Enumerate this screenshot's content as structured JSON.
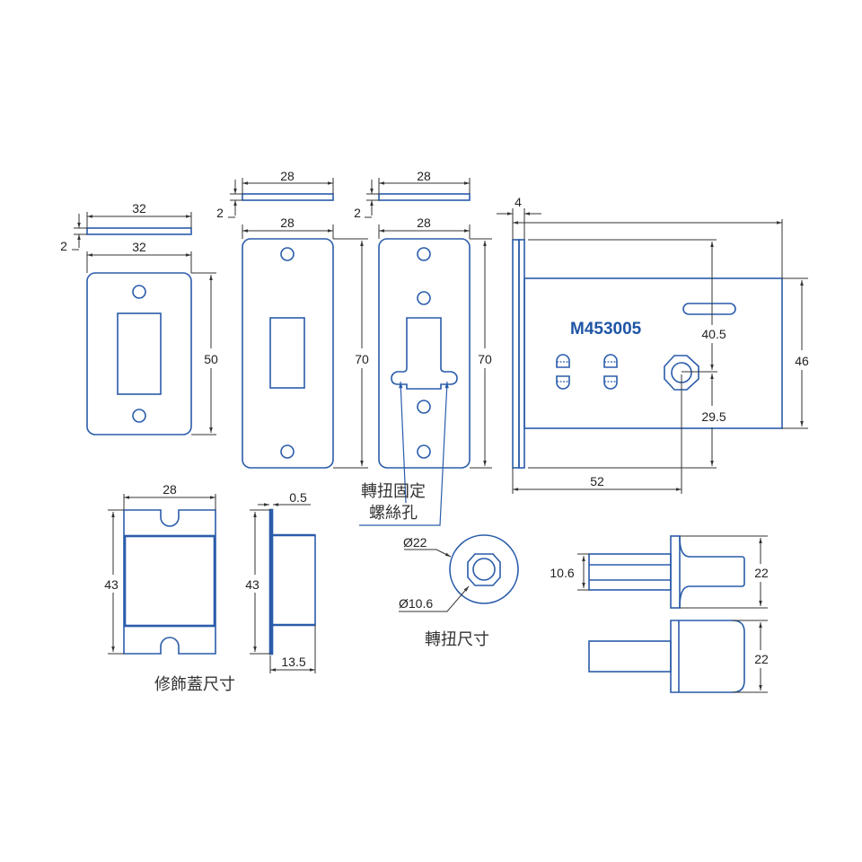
{
  "title": "M453005 dimension drawing",
  "colors": {
    "part": "#2a5caa",
    "dimension": "#333333",
    "model_text": "#1f55a6"
  },
  "plate_small": {
    "top_width": "32",
    "thickness": "2",
    "width": "32",
    "height": "50"
  },
  "plate_mid": {
    "top_width": "28",
    "thickness": "2",
    "width": "28",
    "height": "70"
  },
  "plate_right": {
    "top_width": "28",
    "thickness": "2",
    "width": "28",
    "height": "70"
  },
  "screw_note": {
    "line1": "轉扭固定",
    "line2": "螺絲孔"
  },
  "body": {
    "model": "M453005",
    "flange": "4",
    "height": "46",
    "slot_offset": "40.5",
    "hole_offset": "29.5",
    "hole_distance": "52"
  },
  "cover": {
    "width": "28",
    "height": "43",
    "side_height": "43",
    "lip": "0.5",
    "depth": "13.5",
    "caption": "修飾蓋尺寸"
  },
  "knob": {
    "outer_dia": "Ø22",
    "inner_dia": "Ø10.6",
    "caption": "轉扭尺寸",
    "shaft": "10.6",
    "height_top": "22",
    "height_bottom": "22"
  }
}
